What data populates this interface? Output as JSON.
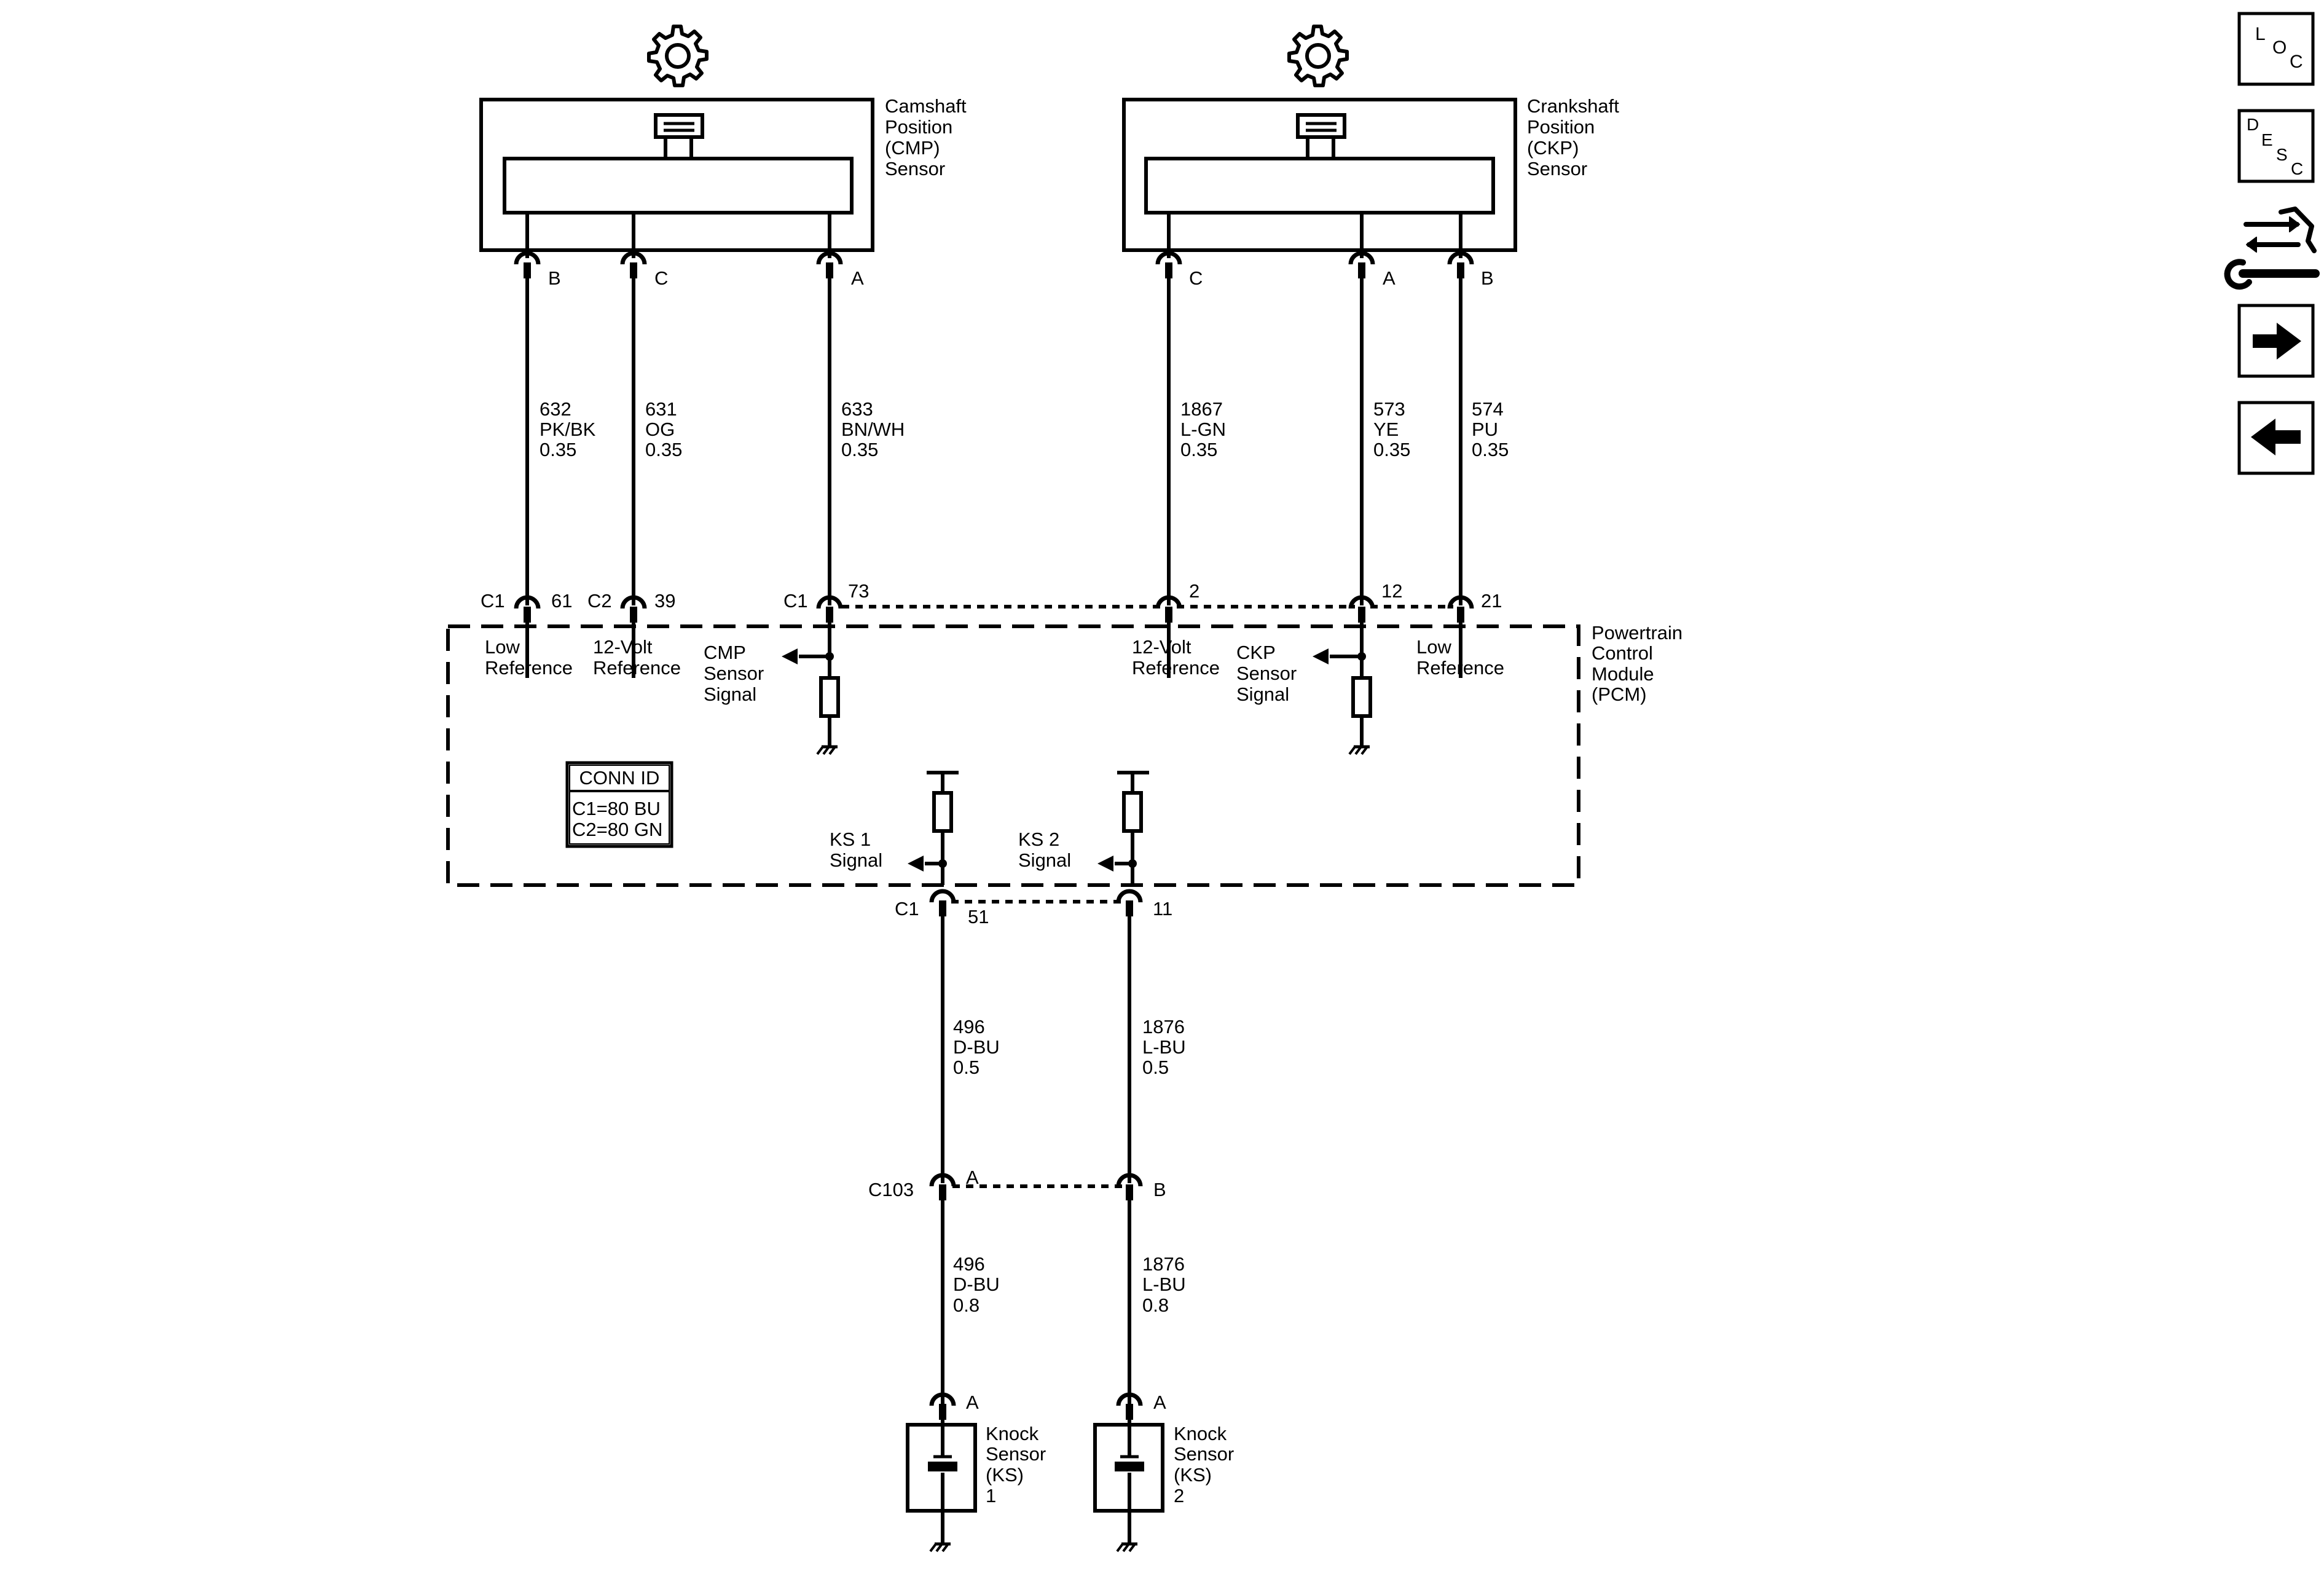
{
  "components": {
    "cmp_sensor": {
      "lines": [
        "Camshaft",
        "Position",
        "(CMP)",
        "Sensor"
      ]
    },
    "ckp_sensor": {
      "lines": [
        "Crankshaft",
        "Position",
        "(CKP)",
        "Sensor"
      ]
    },
    "pcm": {
      "lines": [
        "Powertrain",
        "Control",
        "Module",
        "(PCM)"
      ]
    },
    "ks1": {
      "lines": [
        "Knock",
        "Sensor",
        "(KS)",
        "1"
      ]
    },
    "ks2": {
      "lines": [
        "Knock",
        "Sensor",
        "(KS)",
        "2"
      ]
    }
  },
  "sensor_pins": {
    "cmp_b": "B",
    "cmp_c": "C",
    "cmp_a": "A",
    "ckp_c": "C",
    "ckp_a": "A",
    "ckp_b": "B"
  },
  "wires": {
    "w632": {
      "circuit": "632",
      "color": "PK/BK",
      "gauge": "0.35"
    },
    "w631": {
      "circuit": "631",
      "color": "OG",
      "gauge": "0.35"
    },
    "w633": {
      "circuit": "633",
      "color": "BN/WH",
      "gauge": "0.35"
    },
    "w1867": {
      "circuit": "1867",
      "color": "L-GN",
      "gauge": "0.35"
    },
    "w573": {
      "circuit": "573",
      "color": "YE",
      "gauge": "0.35"
    },
    "w574": {
      "circuit": "574",
      "color": "PU",
      "gauge": "0.35"
    },
    "w496a": {
      "circuit": "496",
      "color": "D-BU",
      "gauge": "0.5"
    },
    "w1876a": {
      "circuit": "1876",
      "color": "L-BU",
      "gauge": "0.5"
    },
    "w496b": {
      "circuit": "496",
      "color": "D-BU",
      "gauge": "0.8"
    },
    "w1876b": {
      "circuit": "1876",
      "color": "L-BU",
      "gauge": "0.8"
    }
  },
  "pcm_pins": {
    "p61": {
      "conn": "C1",
      "pin": "61"
    },
    "p39": {
      "conn": "C2",
      "pin": "39"
    },
    "p73": {
      "conn": "C1",
      "pin": "73"
    },
    "p2": {
      "pin": "2"
    },
    "p12": {
      "pin": "12"
    },
    "p21": {
      "pin": "21"
    },
    "p51": {
      "conn": "C1",
      "pin": "51"
    },
    "p11": {
      "pin": "11"
    }
  },
  "inline_connector": {
    "name": "C103",
    "pin_a": "A",
    "pin_b": "B"
  },
  "ks_pins": {
    "ks1": "A",
    "ks2": "A"
  },
  "pcm_labels": {
    "low_ref_1": [
      "Low",
      "Reference"
    ],
    "volt12_ref_1": [
      "12-Volt",
      "Reference"
    ],
    "cmp_signal": [
      "CMP",
      "Sensor",
      "Signal"
    ],
    "volt12_ref_2": [
      "12-Volt",
      "Reference"
    ],
    "ckp_signal": [
      "CKP",
      "Sensor",
      "Signal"
    ],
    "low_ref_2": [
      "Low",
      "Reference"
    ],
    "ks1_signal": [
      "KS 1",
      "Signal"
    ],
    "ks2_signal": [
      "KS 2",
      "Signal"
    ]
  },
  "conn_id": {
    "title": "CONN ID",
    "rows": [
      "C1=80 BU",
      "C2=80 GN"
    ]
  },
  "nav": {
    "loc": {
      "letters": [
        "L",
        "O",
        "C"
      ]
    },
    "desc": {
      "letters": [
        "D",
        "E",
        "S",
        "C"
      ]
    }
  }
}
